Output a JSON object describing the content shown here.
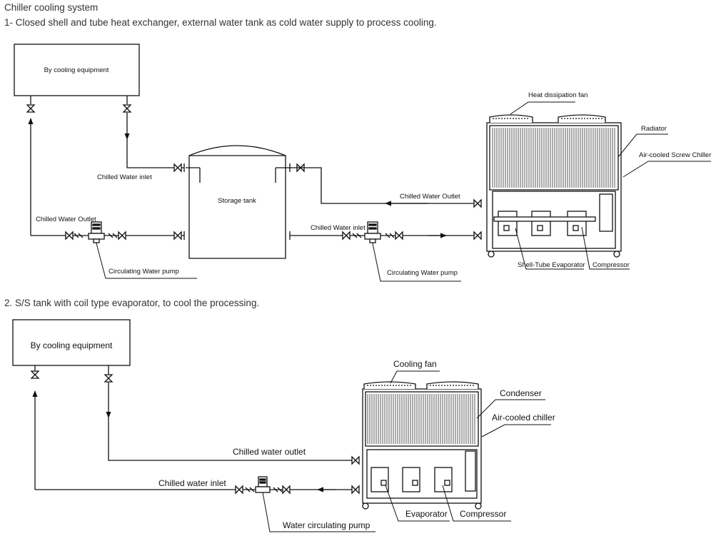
{
  "page": {
    "title": "Chiller cooling system",
    "section1_heading": "1- Closed shell and tube heat exchanger, external water tank as cold water supply to process cooling.",
    "section2_heading": "2. S/S tank with coil type evaporator, to cool the processing."
  },
  "diagram1": {
    "equipment_box": "By cooling equipment",
    "storage_tank": "Storage tank",
    "chilled_water_inlet_left": "Chilled Water inlet",
    "chilled_water_outlet_left": "Chilled Water Outlet",
    "circulating_pump_left": "Circulating Water pump",
    "chilled_water_outlet_right": "Chilled Water Outlet",
    "chilled_water_inlet_right": "Chilled Water inlet",
    "circulating_pump_right": "Circulating Water pump",
    "heat_dissipation_fan": "Heat dissipation fan",
    "radiator": "Radiator",
    "air_cooled_screw_chiller": "Air-cooled Screw Chiller",
    "shell_tube_evaporator": "Shell-Tube Evaporator",
    "compressor": "Compressor"
  },
  "diagram2": {
    "equipment_box": "By cooling equipment",
    "cooling_fan": "Cooling fan",
    "condenser": "Condenser",
    "air_cooled_chiller": "Air-cooled chiller",
    "chilled_water_outlet": "Chilled water outlet",
    "chilled_water_inlet": "Chilled water inlet",
    "water_circulating_pump": "Water circulating pump",
    "evaporator": "Evaporator",
    "compressor": "Compressor"
  }
}
